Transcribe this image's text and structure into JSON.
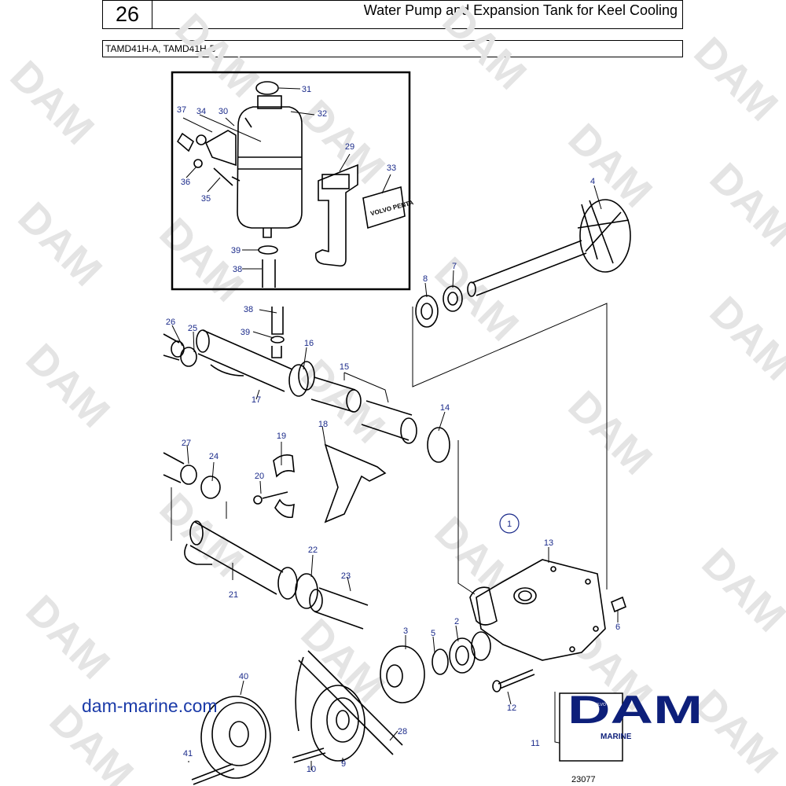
{
  "header": {
    "page_number": "26",
    "title": "Water Pump and Expansion Tank for Keel Cooling",
    "models": "TAMD41H-A, TAMD41H-B"
  },
  "watermark": "DAM",
  "callouts": [
    "31",
    "32",
    "34",
    "37",
    "30",
    "29",
    "33",
    "36",
    "35",
    "39",
    "38",
    "4",
    "8",
    "7",
    "38",
    "26",
    "25",
    "39",
    "16",
    "15",
    "17",
    "14",
    "27",
    "24",
    "19",
    "18",
    "20",
    "1",
    "13",
    "22",
    "23",
    "21",
    "6",
    "3",
    "5",
    "2",
    "40",
    "28",
    "12",
    "11",
    "41",
    "10",
    "9"
  ],
  "logo": {
    "text": "DAM",
    "sub": "MARINE",
    "emblem": "VOLVO"
  },
  "decal_text": "VOLVO PENTA",
  "website": "dam-marine.com",
  "drawing_number": "23077",
  "colors": {
    "callout": "#1a2a8a",
    "brand_blue": "#1a3aa8",
    "logo_navy": "#0d1f7a",
    "watermark": "#e4e4e4"
  }
}
